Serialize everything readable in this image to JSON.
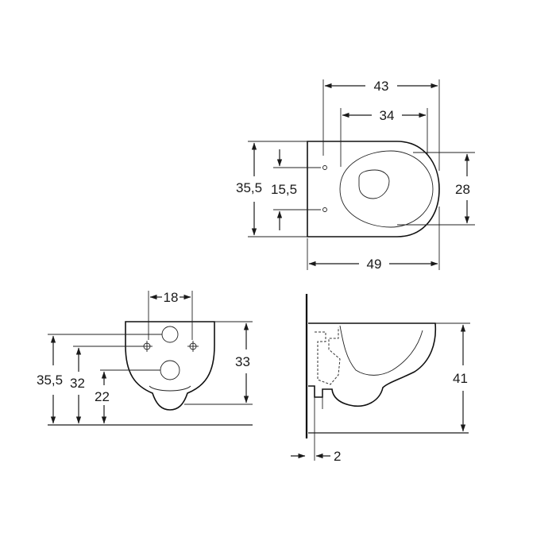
{
  "dimensions": {
    "top_view": {
      "width_43": "43",
      "width_34": "34",
      "depth_49": "49",
      "height_28": "28",
      "height_35_5": "35,5",
      "height_15_5": "15,5"
    },
    "front_view": {
      "width_18": "18",
      "height_35_5": "35,5",
      "height_32": "32",
      "height_22": "22",
      "height_33": "33"
    },
    "side_view": {
      "height_41": "41",
      "gap_2": "2"
    }
  },
  "colors": {
    "line": "#1a1a1a",
    "background": "#ffffff"
  }
}
